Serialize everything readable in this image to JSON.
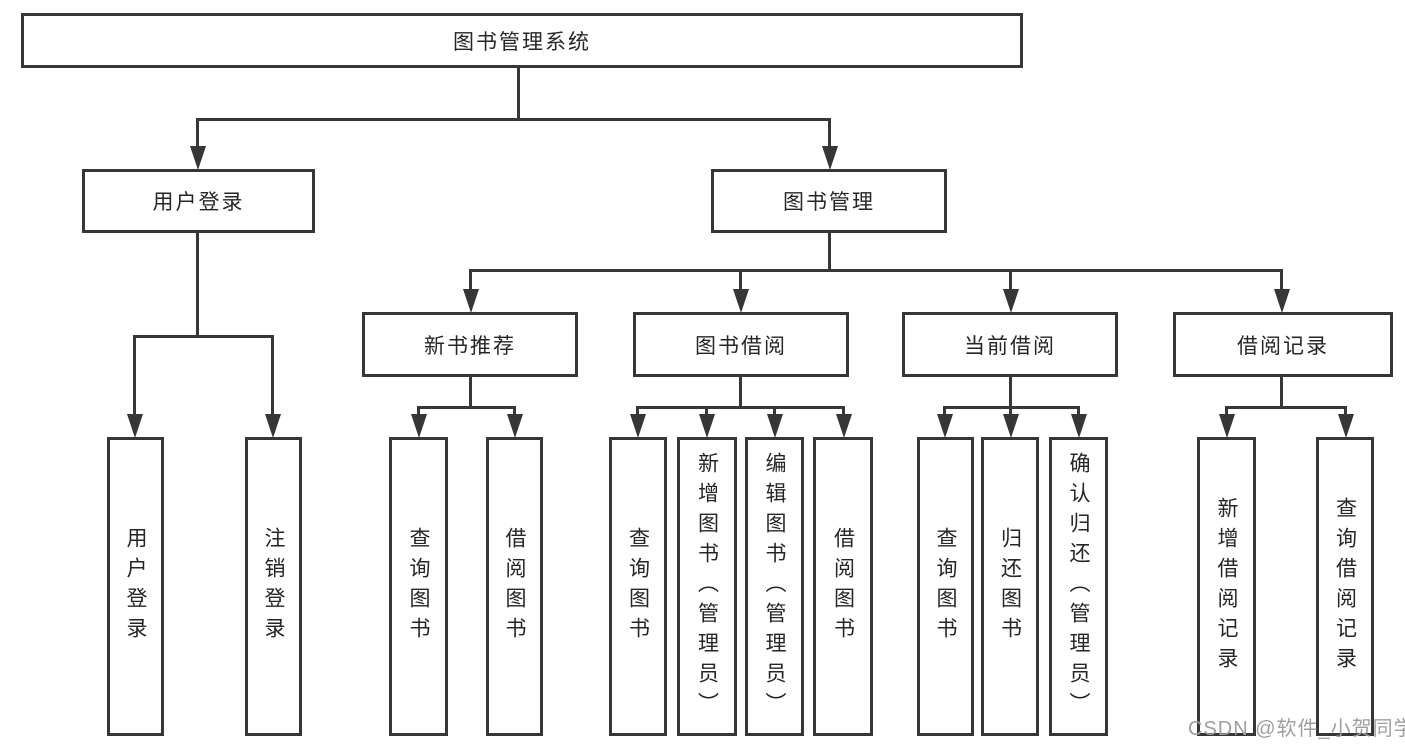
{
  "diagram": {
    "root": {
      "label": "图书管理系统"
    },
    "login_branch": {
      "label": "用户登录",
      "children": [
        {
          "label": "用户登录"
        },
        {
          "label": "注销登录"
        }
      ]
    },
    "mgmt_branch": {
      "label": "图书管理",
      "sections": [
        {
          "label": "新书推荐",
          "children": [
            {
              "label": "查询图书"
            },
            {
              "label": "借阅图书"
            }
          ]
        },
        {
          "label": "图书借阅",
          "children": [
            {
              "label": "查询图书"
            },
            {
              "label": "新增图书（管理员）"
            },
            {
              "label": "编辑图书（管理员）"
            },
            {
              "label": "借阅图书"
            }
          ]
        },
        {
          "label": "当前借阅",
          "children": [
            {
              "label": "查询图书"
            },
            {
              "label": "归还图书"
            },
            {
              "label": "确认归还（管理员）"
            }
          ]
        },
        {
          "label": "借阅记录",
          "children": [
            {
              "label": "新增借阅记录"
            },
            {
              "label": "查询借阅记录"
            }
          ]
        }
      ]
    },
    "watermark": "CSDN @软件_小贺同学"
  },
  "colors": {
    "line": "#363636",
    "text": "#262626",
    "watermark": "#9e9e9e",
    "background": "#ffffff"
  }
}
